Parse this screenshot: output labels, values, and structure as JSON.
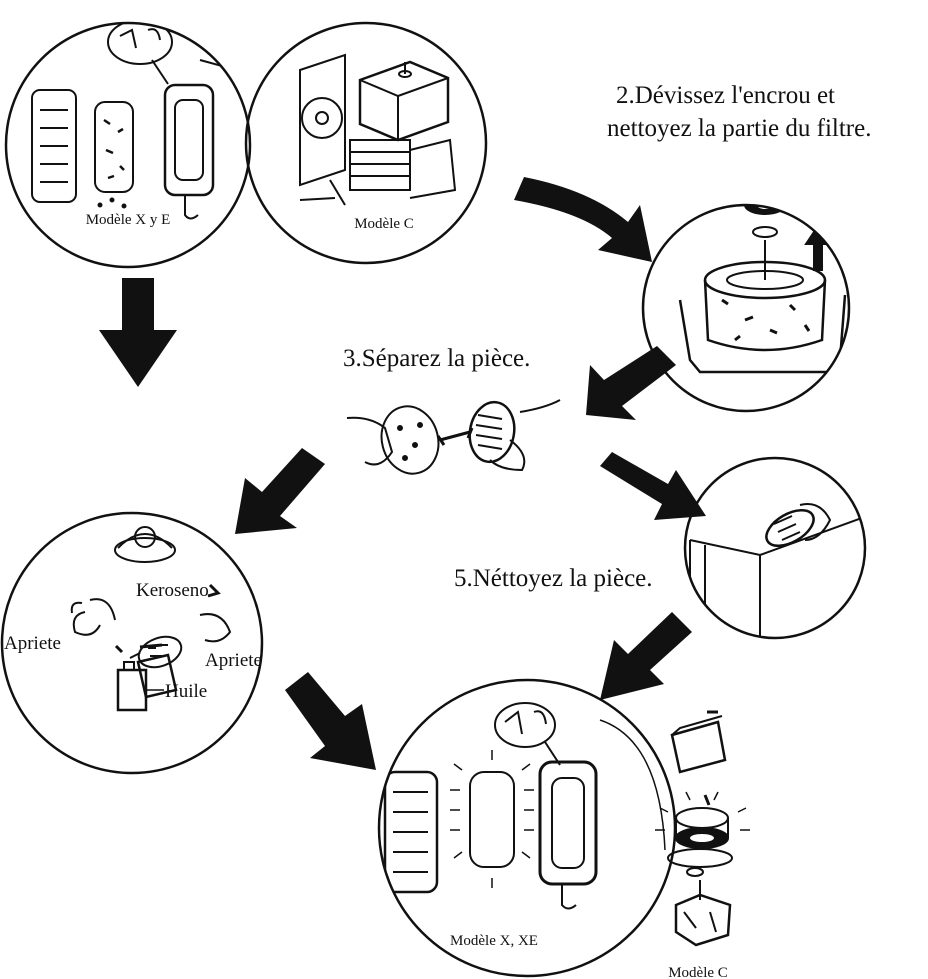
{
  "diagram": {
    "circles": {
      "xe_before": {
        "caption": "Modèle X y E"
      },
      "c_before": {
        "caption": "Modèle C"
      },
      "unscrew": {},
      "wash": {
        "labels": {
          "kerosene": "Keroseno",
          "squeeze_left": "Apriete",
          "squeeze_right": "Apriete",
          "oil": "Huile"
        }
      },
      "clean_part": {},
      "reassembled": {
        "caption": "Modèle X, XE"
      }
    },
    "model_c_exploded": {
      "caption": "Modèle C"
    },
    "steps": {
      "step2_line1": "2.Dévissez l'encrou et",
      "step2_line2": "nettoyez la partie du filtre.",
      "step3": "3.Séparez la pièce.",
      "step5": "5.Néttoyez la pièce."
    }
  }
}
